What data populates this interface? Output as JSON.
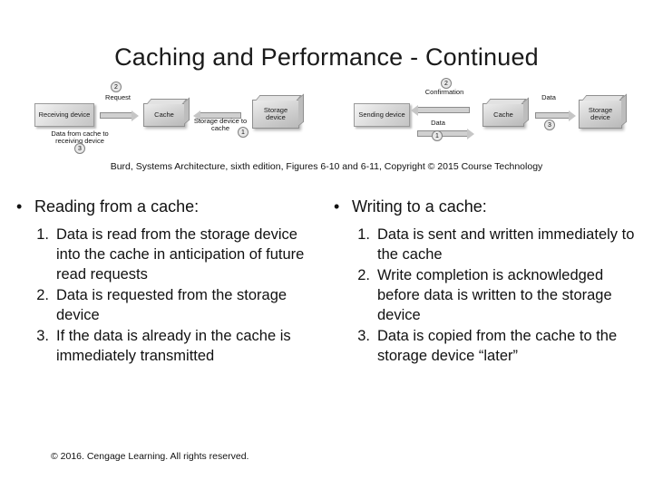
{
  "slide": {
    "title": "Caching and Performance - Continued",
    "credit": "Burd, Systems Architecture, sixth edition, Figures 6-10 and 6-11, Copyright © 2015 Course Technology",
    "footer": "© 2016. Cengage Learning. All rights reserved."
  },
  "diagram": {
    "left": {
      "boxes": {
        "receiving_device": "Receiving device",
        "cache": "Cache",
        "storage_device": "Storage device",
        "request": "Request",
        "storage_to_cache": "Storage device to cache",
        "cache_to_receiving": "Data from cache to receiving device"
      },
      "badges": [
        "1",
        "2",
        "3"
      ]
    },
    "right": {
      "boxes": {
        "sending_device": "Sending device",
        "cache": "Cache",
        "storage_device": "Storage device",
        "confirmation": "Confirmation",
        "data_in": "Data",
        "data_out": "Data"
      },
      "badges": [
        "1",
        "2",
        "3"
      ]
    }
  },
  "columns": {
    "left": {
      "heading": "Reading from a cache:",
      "bullet_char": "•",
      "items": [
        {
          "num": "1.",
          "text": "Data is read from the storage device into the cache in anticipation of future read requests"
        },
        {
          "num": "2.",
          "text": "Data is requested from the storage device"
        },
        {
          "num": "3.",
          "text": "If the data is already in the cache is immediately transmitted"
        }
      ]
    },
    "right": {
      "heading": "Writing to a cache:",
      "bullet_char": "•",
      "items": [
        {
          "num": "1.",
          "text": "Data is sent and written immediately to the cache"
        },
        {
          "num": "2.",
          "text": "Write completion is acknowledged before data is written to the storage device"
        },
        {
          "num": "3.",
          "text": "Data is copied from the cache to the storage device “later”"
        }
      ]
    }
  }
}
